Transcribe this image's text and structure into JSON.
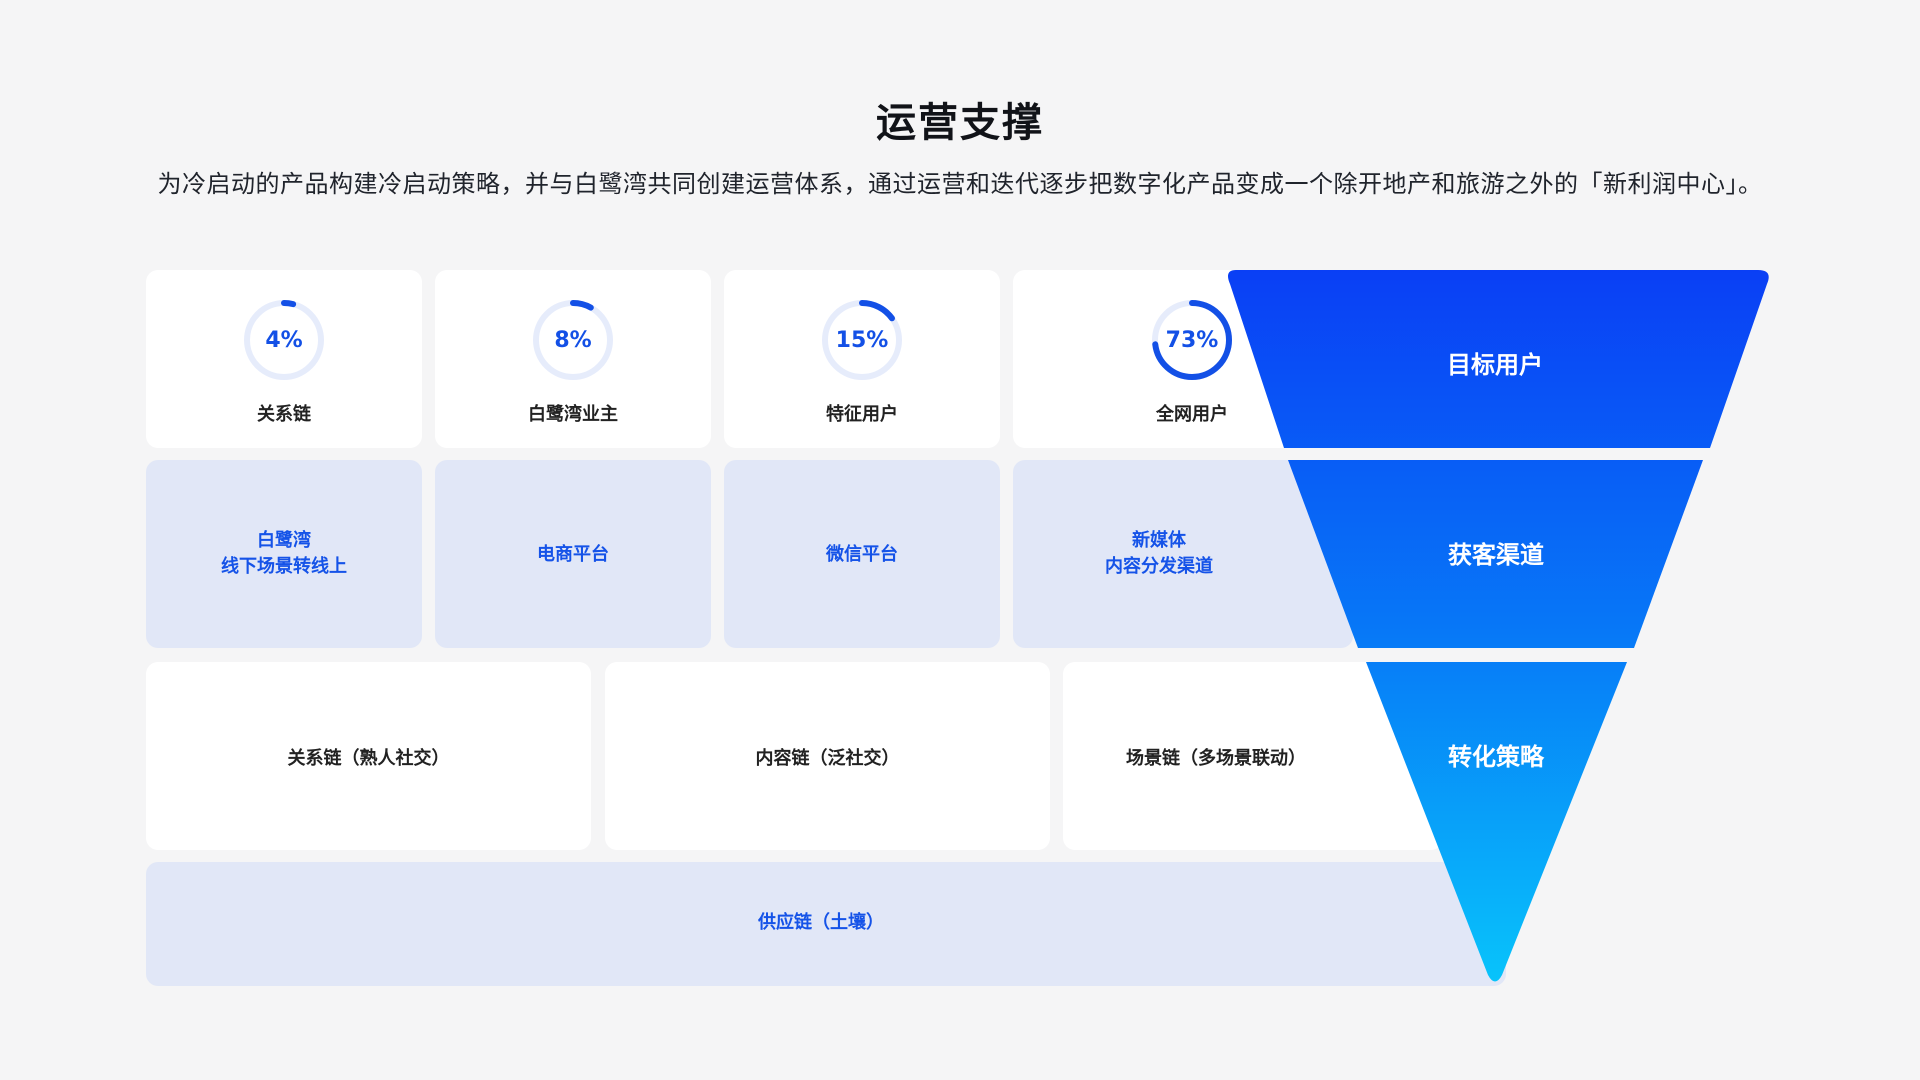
{
  "title": "运营支撑",
  "subtitle": "为冷启动的产品构建冷启动策略，并与白鹭湾共同创建运营体系，通过运营和迭代逐步把数字化产品变成一个除开地产和旅游之外的「新利润中心」。",
  "metrics": [
    {
      "value": "4%",
      "label": "关系链",
      "percent": 4
    },
    {
      "value": "8%",
      "label": "白鹭湾业主",
      "percent": 8
    },
    {
      "value": "15%",
      "label": "特征用户",
      "percent": 15
    },
    {
      "value": "73%",
      "label": "全网用户",
      "percent": 73
    }
  ],
  "channels": [
    "白鹭湾\n线下场景转线上",
    "电商平台",
    "微信平台",
    "新媒体\n内容分发渠道"
  ],
  "strategies": [
    "关系链（熟人社交）",
    "内容链（泛社交）",
    "场景链（多场景联动）"
  ],
  "foundation": "供应链（土壤）",
  "funnel": [
    "目标用户",
    "获客渠道",
    "转化策略"
  ],
  "colors": {
    "accent": "#1350e6",
    "ring_track": "#e6ecfb",
    "funnel_top": "#0a3ff5",
    "funnel_bottom": "#08c4fb"
  }
}
